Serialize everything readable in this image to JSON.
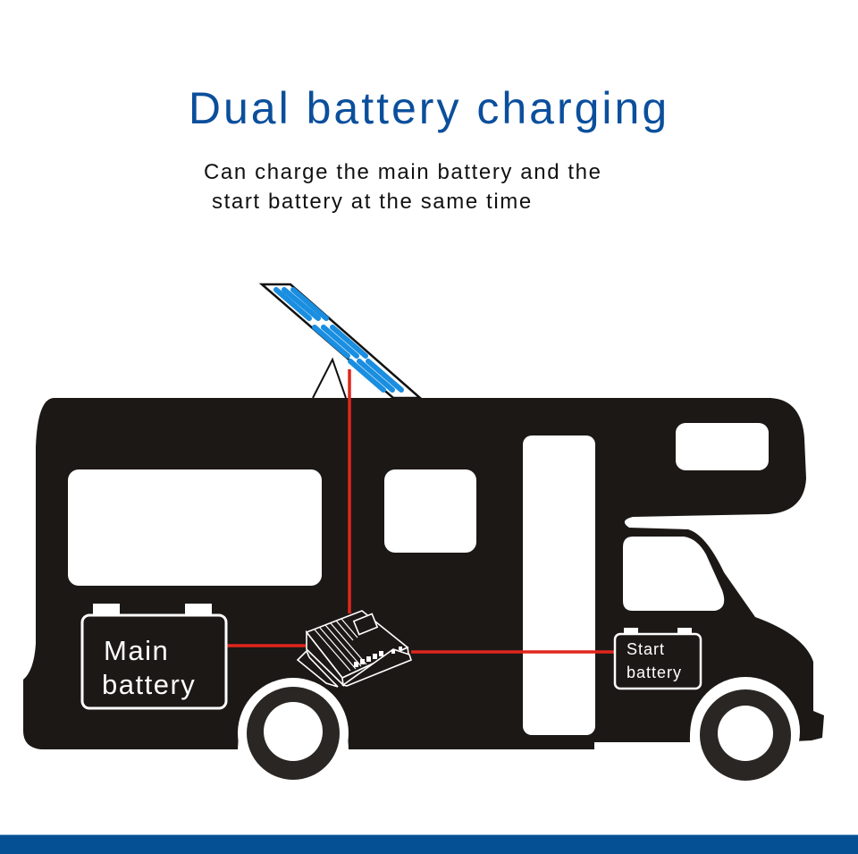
{
  "header": {
    "title": "Dual battery charging",
    "subtitle_line1": "Can charge the main battery and the",
    "subtitle_line2": "start battery at the same time"
  },
  "diagram": {
    "vehicle": "camper-rv",
    "components": {
      "solar_panel": "solar-panel",
      "controller": "charge-controller",
      "main_battery": {
        "line1": "Main",
        "line2": "battery"
      },
      "start_battery": {
        "line1": "Start",
        "line2": "battery"
      }
    },
    "connections": [
      {
        "from": "solar-panel",
        "to": "charge-controller"
      },
      {
        "from": "charge-controller",
        "to": "main-battery"
      },
      {
        "from": "charge-controller",
        "to": "start-battery"
      }
    ]
  },
  "colors": {
    "title": "#0b4f9c",
    "vehicle": "#1c1816",
    "wire": "#e0261d",
    "solar_cell": "#1a8ee0",
    "bottom_bar": "#054f94"
  }
}
